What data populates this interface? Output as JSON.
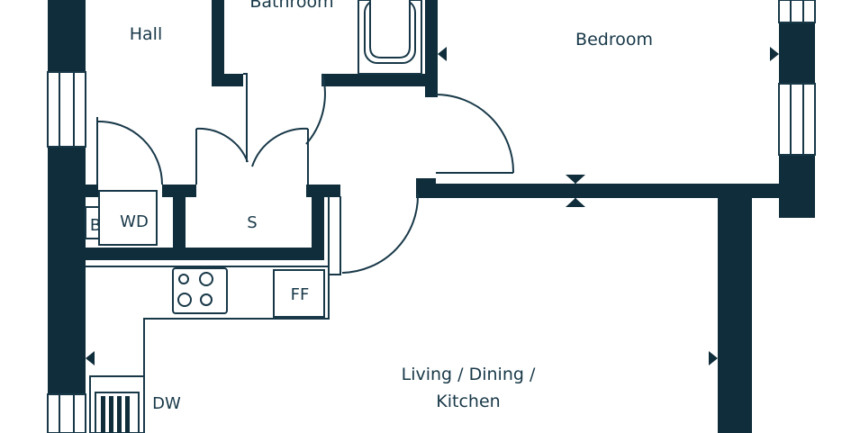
{
  "colors": {
    "wall": "#0f2d3a",
    "line": "#183848",
    "background": "#ffffff"
  },
  "rooms": {
    "hall": "Hall",
    "bathroom": "Bathroom",
    "bedroom": "Bedroom",
    "wc": "WD",
    "boiler": "B",
    "storage": "S",
    "fridge": "FF",
    "dishwasher": "DW",
    "living_line1": "Living / Dining /",
    "living_line2": "Kitchen"
  },
  "icons": [
    "hob-icon",
    "bath-icon",
    "window-icon",
    "door-swing-icon",
    "dimension-arrow-icon",
    "dishwasher-icon"
  ]
}
